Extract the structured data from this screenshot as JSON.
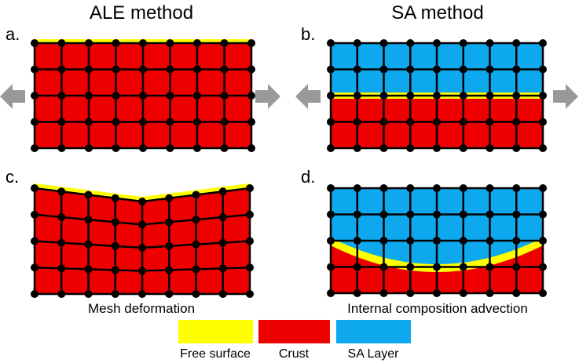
{
  "titles": {
    "left": "ALE method",
    "right": "SA method"
  },
  "panels": {
    "a": {
      "label": "a."
    },
    "b": {
      "label": "b."
    },
    "c": {
      "label": "c.",
      "caption": "Mesh deformation"
    },
    "d": {
      "label": "d.",
      "caption": "Internal composition advection"
    }
  },
  "legend": [
    {
      "label": "Free surface",
      "color": "#ffff00"
    },
    {
      "label": "Crust",
      "color": "#ee0000"
    },
    {
      "label": "SA Layer",
      "color": "#0ea8ee"
    }
  ],
  "arrows": {
    "color": "#999999",
    "icon": "arrow-left / arrow-right (extension)"
  }
}
